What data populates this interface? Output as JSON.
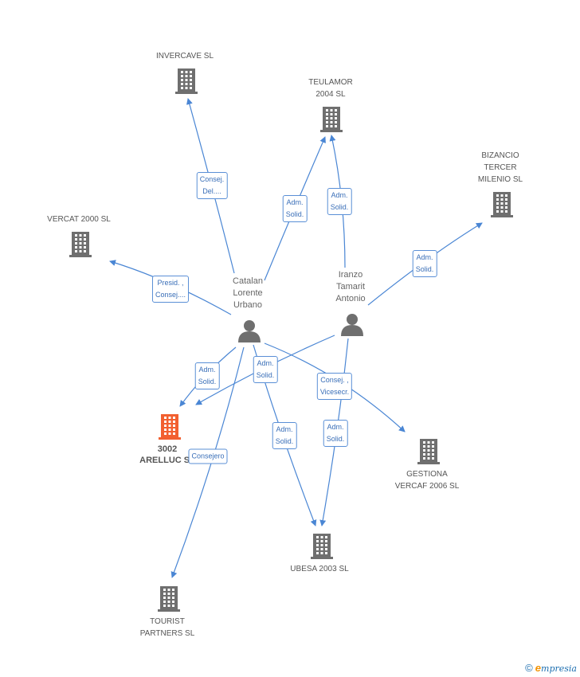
{
  "colors": {
    "edge": "#4a86d4",
    "building": "#6f6f6f",
    "main_building": "#f26030",
    "person": "#6f6f6f"
  },
  "companies": {
    "invercave": "INVERCAVE SL",
    "teulamor": "TEULAMOR\n2004 SL",
    "bizancio": "BIZANCIO\nTERCER\nMILENIO  SL",
    "vercat": "VERCAT 2000 SL",
    "arelluc": "3002\nARELLUC SL",
    "gestiona": "GESTIONA\nVERCAF 2006 SL",
    "ubesa": "UBESA 2003 SL",
    "tourist": "TOURIST\nPARTNERS SL"
  },
  "persons": {
    "catalan": "Catalan\nLorente\nUrbano",
    "iranzo": "Iranzo\nTamarit\nAntonio"
  },
  "edge_labels": {
    "e1": "Consej.\nDel....",
    "e2": "Adm.\nSolid.",
    "e3": "Adm.\nSolid.",
    "e4": "Adm.\nSolid.",
    "e5": "Presid. ,\nConsej....",
    "e6": "Adm.\nSolid.",
    "e7": "Adm.\nSolid.",
    "e8": "Consej. ,\nVicesecr.",
    "e9": "Adm.\nSolid.",
    "e10": "Adm.\nSolid.",
    "e11": "Consejero"
  },
  "footer": {
    "copyright": "©",
    "brand_initial": "e",
    "brand_rest": "mpresia"
  }
}
